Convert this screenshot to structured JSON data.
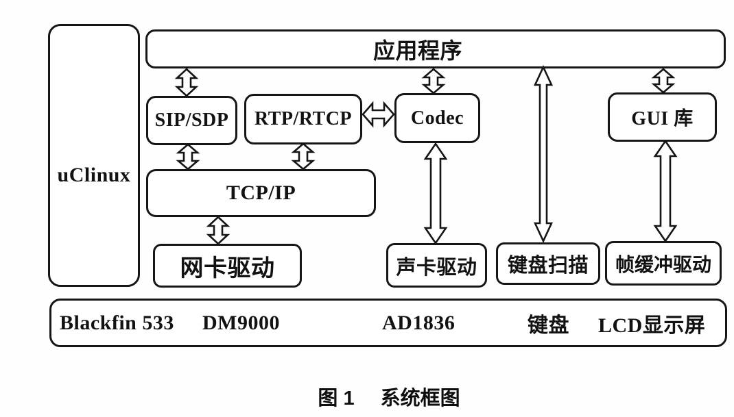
{
  "figure": {
    "caption_prefix": "图 1",
    "caption_title": "系统框图"
  },
  "blocks": {
    "os": "uClinux",
    "application": "应用程序",
    "sip_sdp": "SIP/SDP",
    "rtp_rtcp": "RTP/RTCP",
    "codec": "Codec",
    "gui_lib": "GUI 库",
    "tcp_ip": "TCP/IP",
    "nic_driver": "网卡驱动",
    "sound_driver": "声卡驱动",
    "keyboard_scan": "键盘扫描",
    "framebuffer_driver": "帧缓冲驱动"
  },
  "hardware": {
    "cpu": "Blackfin 533",
    "ethernet_chip": "DM9000",
    "audio_chip": "AD1836",
    "keyboard": "键盘",
    "display": "LCD显示屏"
  },
  "connections": [
    {
      "from": "应用程序",
      "to": "SIP/SDP",
      "type": "bidirectional"
    },
    {
      "from": "应用程序",
      "to": "Codec",
      "type": "bidirectional"
    },
    {
      "from": "应用程序",
      "to": "键盘扫描",
      "type": "bidirectional"
    },
    {
      "from": "应用程序",
      "to": "GUI 库",
      "type": "bidirectional"
    },
    {
      "from": "SIP/SDP",
      "to": "TCP/IP",
      "type": "bidirectional"
    },
    {
      "from": "RTP/RTCP",
      "to": "TCP/IP",
      "type": "bidirectional"
    },
    {
      "from": "RTP/RTCP",
      "to": "Codec",
      "type": "bidirectional"
    },
    {
      "from": "TCP/IP",
      "to": "网卡驱动",
      "type": "bidirectional"
    },
    {
      "from": "Codec",
      "to": "声卡驱动",
      "type": "bidirectional"
    },
    {
      "from": "GUI 库",
      "to": "帧缓冲驱动",
      "type": "bidirectional"
    }
  ]
}
